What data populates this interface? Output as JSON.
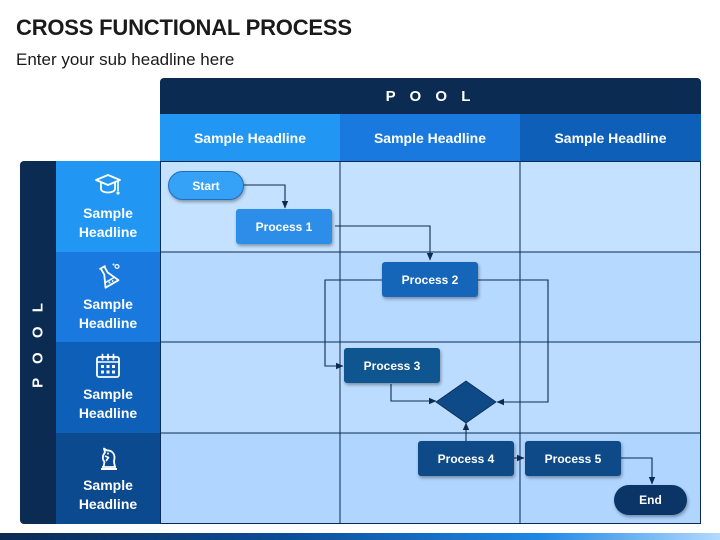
{
  "header": {
    "title": "CROSS FUNCTIONAL PROCESS",
    "subtitle": "Enter your sub headline here"
  },
  "pool": {
    "top_label": "P O O L",
    "left_label": "P O O L"
  },
  "columns": [
    {
      "label": "Sample Headline",
      "color": "#2196f3"
    },
    {
      "label": "Sample Headline",
      "color": "#1979de"
    },
    {
      "label": "Sample Headline",
      "color": "#0e5fb8"
    }
  ],
  "rows": [
    {
      "label": "Sample\nHeadline",
      "icon": "graduation-cap-icon",
      "color": "#2196f3"
    },
    {
      "label": "Sample\nHeadline",
      "icon": "flask-icon",
      "color": "#1979de"
    },
    {
      "label": "Sample\nHeadline",
      "icon": "calendar-icon",
      "color": "#0e5fb8"
    },
    {
      "label": "Sample\nHeadline",
      "icon": "chess-knight-icon",
      "color": "#0b4a8e"
    }
  ],
  "nodes": {
    "start": "Start",
    "process1": "Process 1",
    "process2": "Process 2",
    "process3": "Process 3",
    "process4": "Process 4",
    "process5": "Process 5",
    "end": "End"
  },
  "colors": {
    "navy": "#0b2b52",
    "lane_light": "#c4e2ff",
    "lane_mid": "#b6d9ff",
    "process_blue": "#2c8ee8",
    "process_mid": "#1566b8",
    "process_dark": "#0d4a87",
    "decision": "#0d4a87"
  }
}
